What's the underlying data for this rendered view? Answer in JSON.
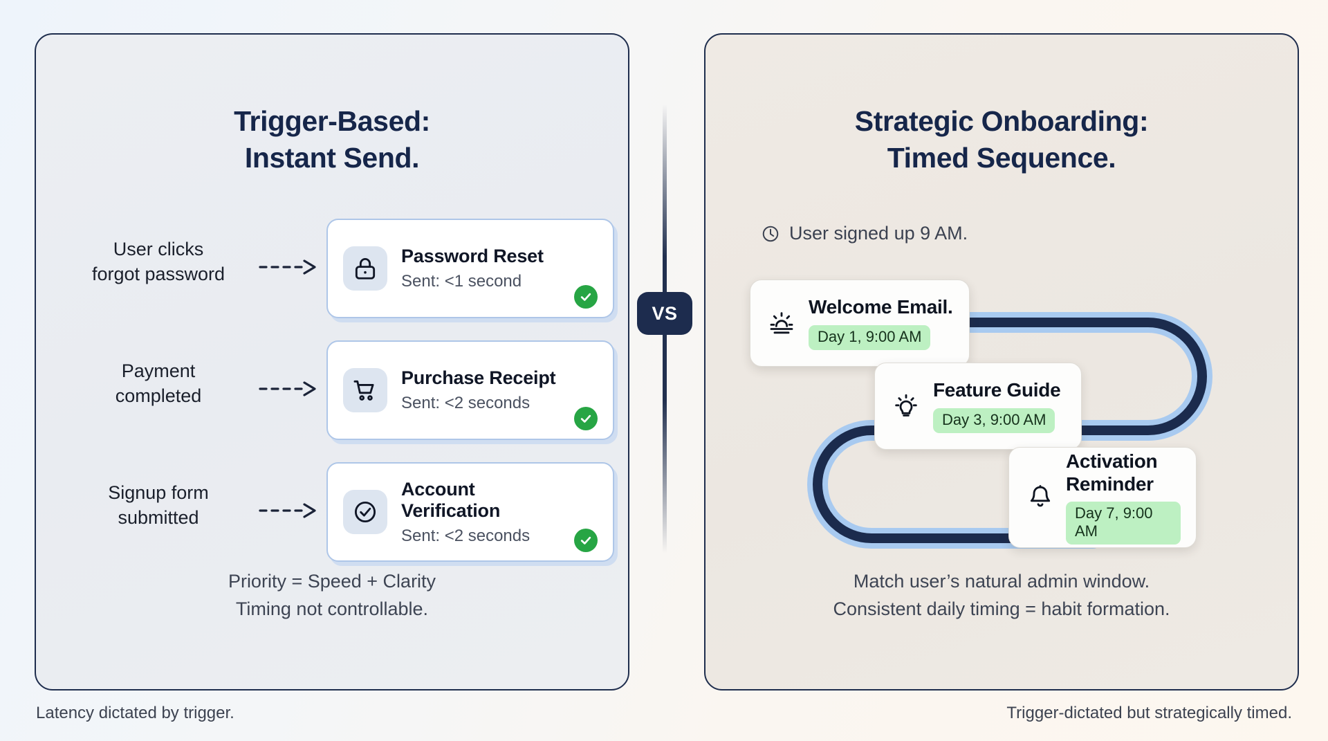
{
  "left": {
    "title_line1": "Trigger-Based:",
    "title_line2": "Instant Send.",
    "rows": [
      {
        "trigger_l1": "User clicks",
        "trigger_l2": "forgot password",
        "icon": "lock-icon",
        "title": "Password Reset",
        "status": "Sent: <1 second",
        "badge": "check-icon"
      },
      {
        "trigger_l1": "Payment",
        "trigger_l2": "completed",
        "icon": "shopping-cart-icon",
        "title": "Purchase Receipt",
        "status": "Sent: <2 seconds",
        "badge": "check-icon"
      },
      {
        "trigger_l1": "Signup form",
        "trigger_l2": "submitted",
        "icon": "check-circle-icon",
        "title": "Account Verification",
        "status": "Sent: <2 seconds",
        "badge": "check-icon"
      }
    ],
    "note_line1": "Priority = Speed + Clarity",
    "note_line2": "Timing not controllable.",
    "caption": "Latency dictated by trigger."
  },
  "divider": {
    "label": "VS"
  },
  "right": {
    "title_line1": "Strategic Onboarding:",
    "title_line2": "Timed Sequence.",
    "signup_icon": "clock-icon",
    "signup_text": "User signed up 9 AM.",
    "steps": [
      {
        "icon": "sunrise-icon",
        "title": "Welcome Email.",
        "chip": "Day 1, 9:00 AM"
      },
      {
        "icon": "lightbulb-icon",
        "title": "Feature Guide",
        "chip": "Day 3, 9:00 AM"
      },
      {
        "icon": "bell-icon",
        "title": "Activation Reminder",
        "chip": "Day 7, 9:00 AM"
      }
    ],
    "note_line1": "Match user’s natural admin window.",
    "note_line2": "Consistent daily timing = habit formation.",
    "caption": "Trigger-dictated but strategically timed."
  },
  "colors": {
    "navy": "#16264a",
    "panel_border": "#1e2d4d",
    "card_border_blue": "#aec6e8",
    "card_shadow_blue": "#cfddf1",
    "icon_tile": "#dde5f0",
    "success_green": "#27a544",
    "chip_green": "#bdf0c2",
    "path_dark": "#1b2b4d",
    "path_light": "#a8caf0",
    "left_panel_bg": "#eceef2",
    "right_panel_bg": "#efeae4"
  }
}
